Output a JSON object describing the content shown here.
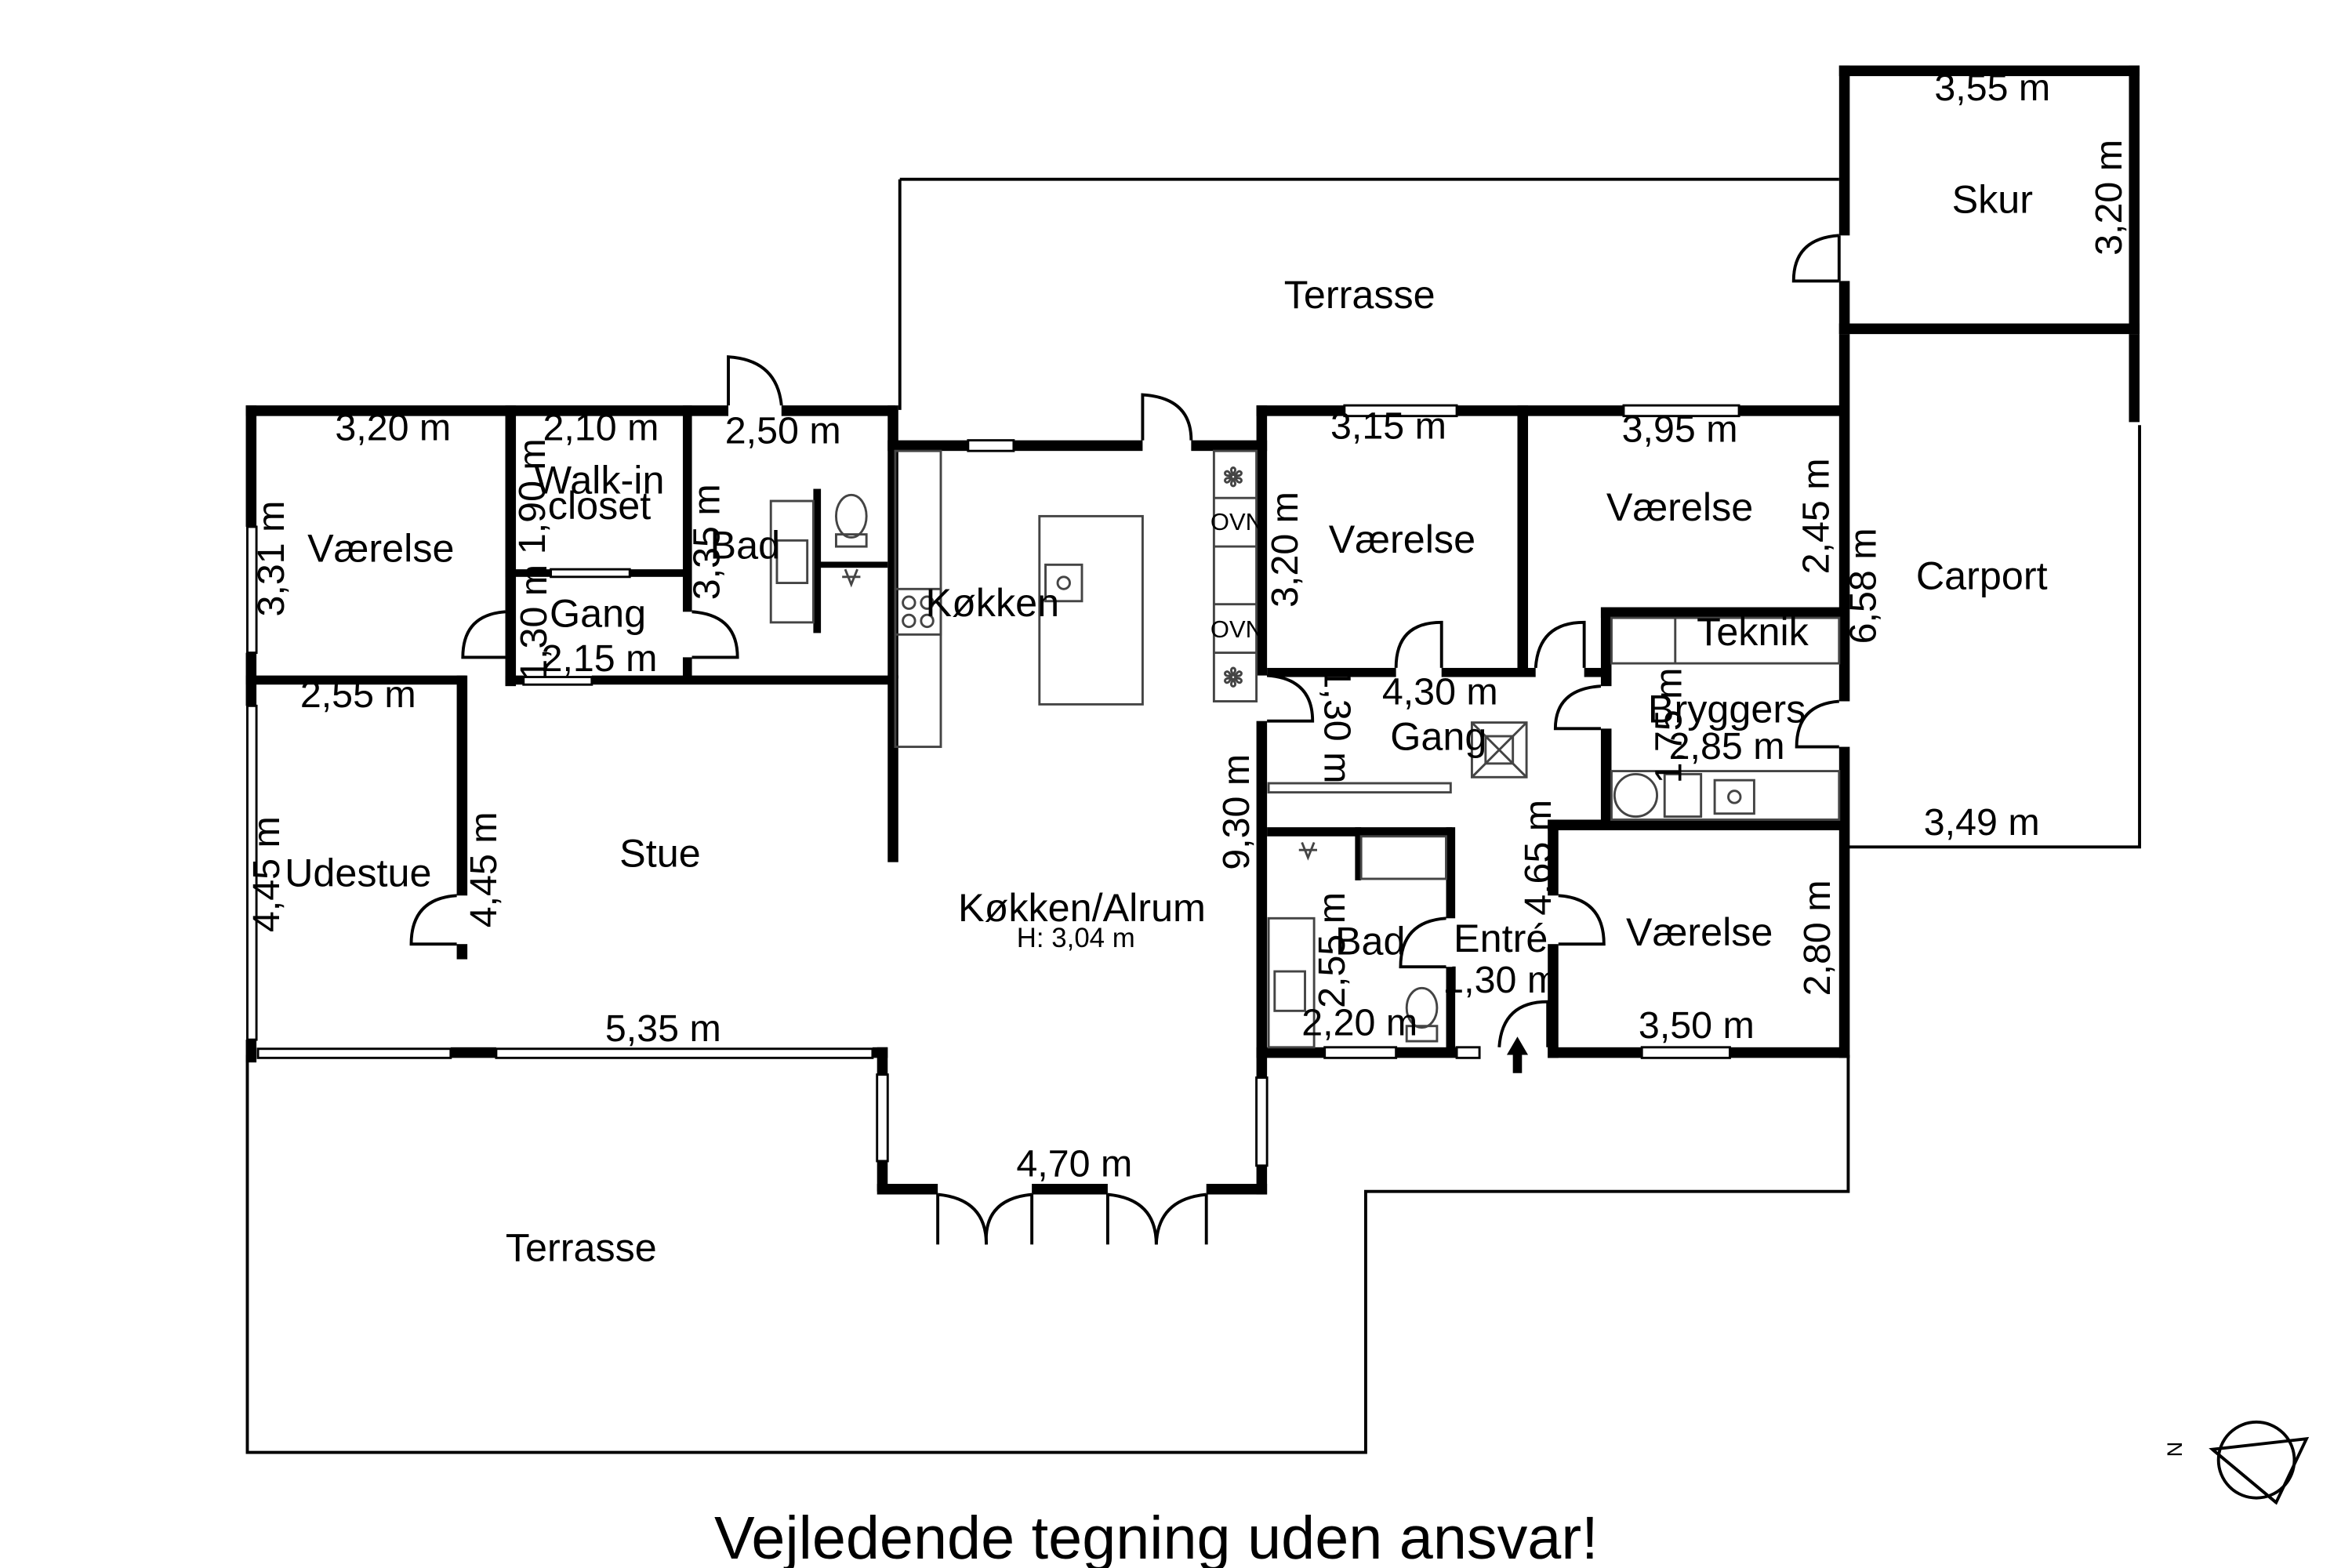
{
  "rooms": {
    "terrasse_top": "Terrasse",
    "skur": "Skur",
    "vaerelse_left": "Værelse",
    "walkin": "Walk-in\ncloset",
    "bad_top": "Bad",
    "gang_left": "Gang",
    "koekken": "Køkken",
    "vaerelse_mid": "Værelse",
    "vaerelse_right": "Værelse",
    "carport": "Carport",
    "teknik": "Teknik",
    "bryggers": "Bryggers",
    "gang_mid": "Gang",
    "udestue": "Udestue",
    "stue": "Stue",
    "koekken_alrum": "Køkken/Alrum",
    "height_note": "H: 3,04 m",
    "bad_bottom": "Bad",
    "entre": "Entré",
    "vaerelse_bottom": "Værelse",
    "terrasse_bottom": "Terrasse",
    "ovn1": "OVN",
    "ovn2": "OVN"
  },
  "dims": {
    "skur_w": "3,55 m",
    "skur_h": "3,20 m",
    "v_left_w": "3,20 m",
    "v_left_h": "3,31 m",
    "walkin_w": "2,10 m",
    "walkin_h": "1,90 m",
    "bad_top_w": "2,50 m",
    "bad_top_h": "3,35 m",
    "gang_left_h": "1,30 m",
    "gang_left_w": "2,15 m",
    "v_mid_w": "3,15 m",
    "v_mid_h": "3,20 m",
    "v_right_w": "3,95 m",
    "v_right_h": "2,45 m",
    "carport_h": "6,58 m",
    "carport_w": "3,49 m",
    "gang_mid_w": "4,30 m",
    "gang_mid_h": "1,30 m",
    "bryggers_h": "1,75 m",
    "bryggers_w": "2,85 m",
    "udestue_w": "2,55 m",
    "udestue_h": "4,45 m",
    "stue_h": "4,45 m",
    "alrum_h": "9,30 m",
    "entre_h": "4,65 m",
    "bad_bottom_h": "2,55 m",
    "bad_bottom_w": "2,20 m",
    "entre_w": "1,30 m",
    "v_bottom_h": "2,80 m",
    "v_bottom_w": "3,50 m",
    "stue_w": "5,35 m",
    "bay_w": "4,70 m"
  },
  "compass": {
    "north": "N"
  },
  "footer": "Vejledende tegning uden ansvar!"
}
